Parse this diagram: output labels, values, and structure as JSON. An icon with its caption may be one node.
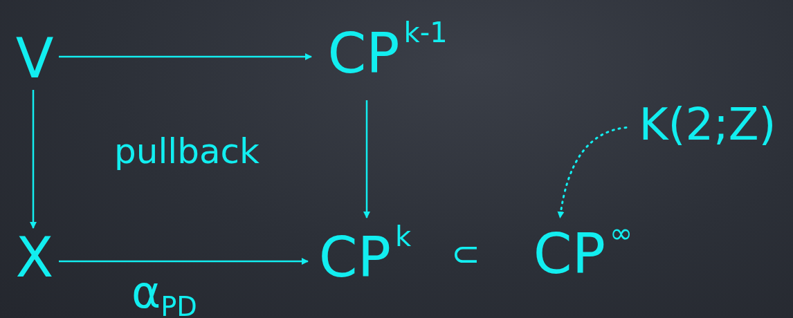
{
  "diagram": {
    "nodes": [
      {
        "text": [
          "V"
        ]
      },
      {
        "text": [
          "CP$^{k-1}$"
        ]
      },
      {
        "text": [
          "X"
        ]
      },
      {
        "text": [
          "CP$^{k}$"
        ]
      },
      {
        "text": [
          "CP$^{∞}$"
        ]
      },
      {
        "text": [
          "K(2;Z)"
        ]
      }
    ],
    "edges": [
      {
        "from": 0,
        "to": 1,
        "arrow": "to"
      },
      {
        "from": 0,
        "to": 2,
        "arrow": "to"
      },
      {
        "from": 1,
        "to": 3,
        "arrow": "to"
      },
      {
        "from": 2,
        "to": 3,
        "arrow": "to",
        "label": "α$_{PD}$"
      },
      {
        "from": 5,
        "to": 4,
        "arrow": "to",
        "style": "dashed"
      }
    ],
    "labels": [
      "pullback",
      "⊂"
    ]
  }
}
